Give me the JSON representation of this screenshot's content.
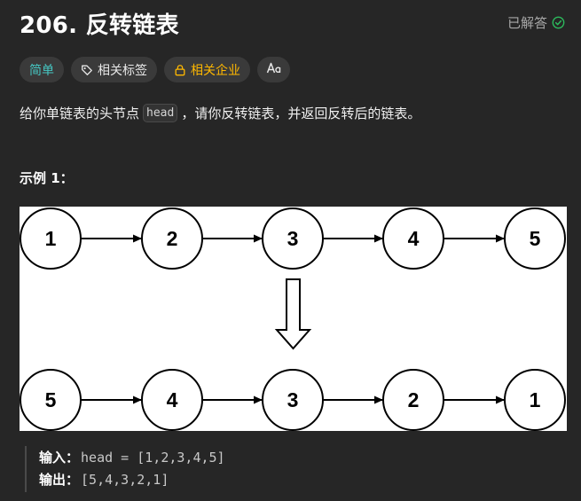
{
  "problem": {
    "title": "206. 反转链表",
    "status": "已解答",
    "tags": {
      "difficulty": "简单",
      "related_tags": "相关标签",
      "related_companies": "相关企业",
      "translate_icon": "Aa"
    },
    "description": {
      "part1": "给你单链表的头节点",
      "code": "head",
      "part2": "，请你反转链表，并返回反转后的链表。"
    },
    "example": {
      "title": "示例 1：",
      "input_label": "输入：",
      "input_value": "head = [1,2,3,4,5]",
      "output_label": "输出：",
      "output_value": "[5,4,3,2,1]"
    },
    "figure": {
      "top_list": [
        "1",
        "2",
        "3",
        "4",
        "5"
      ],
      "bottom_list": [
        "5",
        "4",
        "3",
        "2",
        "1"
      ]
    }
  },
  "icons": {
    "solved": "check-circle-icon",
    "tag": "tag-icon",
    "lock": "lock-icon",
    "translate": "translate-icon"
  },
  "colors": {
    "background": "#262626",
    "easy": "#46c6c2",
    "company": "#ffb800",
    "solved_check": "#2cbb5d"
  }
}
